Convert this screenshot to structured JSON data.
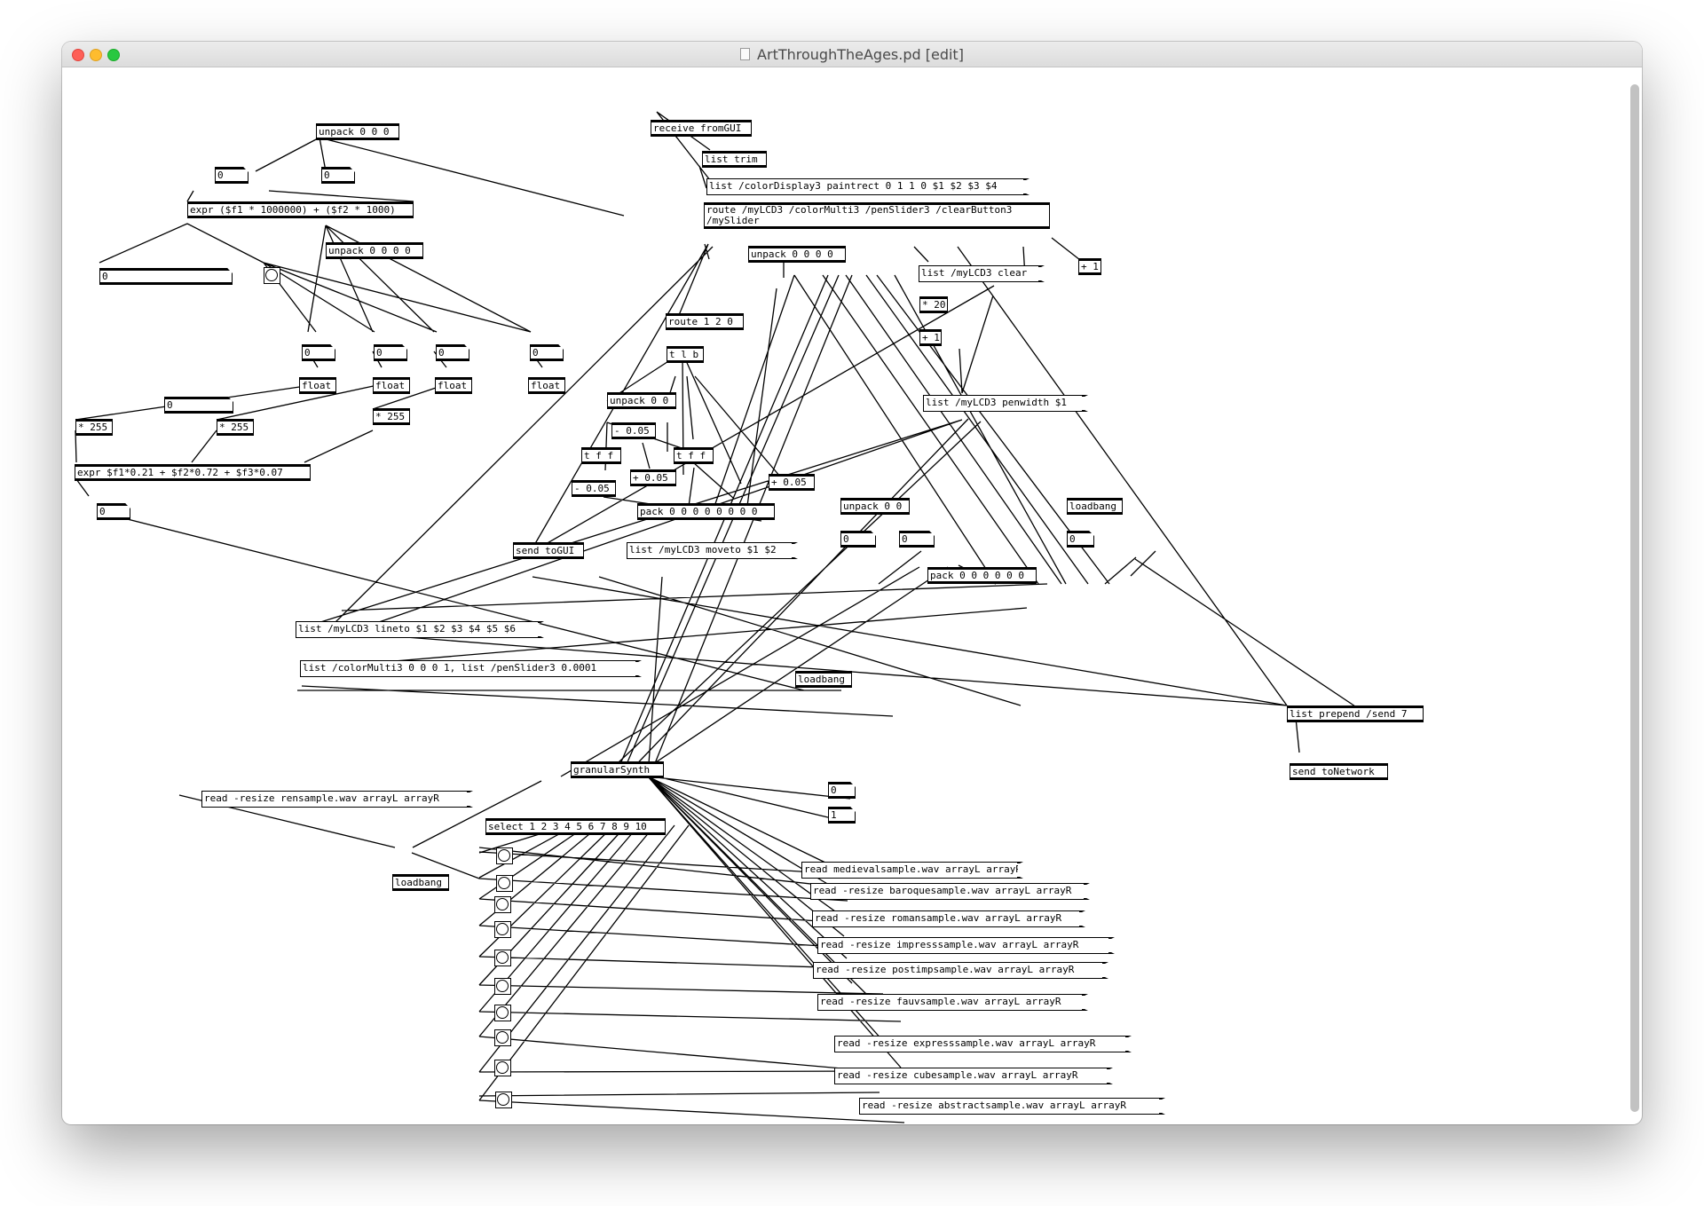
{
  "window": {
    "title": "ArtThroughTheAges.pd [edit]"
  },
  "boxes": {
    "unpack_000": "unpack 0 0 0",
    "atom_a": "0",
    "atom_b": "0",
    "expr_f1": "expr ($f1 * 1000000) + ($f2 * 1000)",
    "atom_wide": "0",
    "unpack_0000_l": "unpack 0 0 0 0",
    "atom_c1": "0",
    "atom_c2": "0",
    "atom_c3": "0",
    "atom_c4": "0",
    "float1": "float",
    "float2": "float",
    "float3": "float",
    "float4": "float",
    "atom_mid": "0",
    "mul255_1": "* 255",
    "mul255_2": "* 255",
    "mul255_3": "* 255",
    "expr_lum": "expr $f1*0.21 + $f2*0.72 + $f3*0.07",
    "atom_lum": "0",
    "receive": "receive fromGUI",
    "list_trim": "list trim",
    "msg_colordisplay": "list /colorDisplay3 paintrect 0 1 1 0 $1 $2 $3 $4",
    "route_main": "route /myLCD3 /colorMulti3 /penSlider3 /clearButton3\n/mySlider",
    "unpack_0000_r": "unpack 0 0 0 0",
    "msg_clear": "list /myLCD3 clear",
    "plus1_a": "+ 1",
    "mul20": "* 20",
    "plus1_b": "+ 1",
    "route_120": "route 1 2 0",
    "tlb": "t l b",
    "unpack_00_a": "unpack 0 0",
    "minus005_a": "- 0.05",
    "tff_a": "t f f",
    "tff_b": "t f f",
    "minus005_b": "- 0.05",
    "plus005_a": "+ 0.05",
    "plus005_b": "+ 0.05",
    "pack_8": "pack 0 0 0 0 0 0 0 0",
    "msg_penwidth": "list /myLCD3 penwidth $1",
    "unpack_00_b": "unpack 0 0",
    "loadbang_1": "loadbang",
    "atom_d1": "0",
    "atom_d2": "0",
    "atom_d3": "0",
    "pack_6": "pack 0 0 0 0 0 0",
    "send_togui": "send toGUI",
    "msg_moveto": "list /myLCD3 moveto $1 $2",
    "msg_lineto": "list /myLCD3 lineto $1 $2 $3 $4 $5 $6",
    "msg_colormulti": "list /colorMulti3 0 0 0 1, list /penSlider3 0.0001",
    "loadbang_2": "loadbang",
    "list_prepend": "list prepend /send 7",
    "send_network": "send toNetwork",
    "granular": "granularSynth",
    "msg_ren": "read -resize rensample.wav arrayL arrayR",
    "atom_e1": "0",
    "atom_e2": "1",
    "select": "select 1 2 3 4 5 6 7 8 9 10",
    "loadbang_3": "loadbang",
    "msg_medieval": "read medievalsample.wav arrayL arrayR",
    "msg_baroque": "read -resize baroquesample.wav arrayL arrayR",
    "msg_roman": "read -resize romansample.wav arrayL arrayR",
    "msg_impress": "read -resize impresssample.wav arrayL arrayR",
    "msg_postimp": "read -resize postimpsample.wav arrayL arrayR",
    "msg_fauv": "read -resize fauvsample.wav arrayL arrayR",
    "msg_express": "read -resize expresssample.wav arrayL arrayR",
    "msg_cube": "read -resize cubesample.wav arrayL arrayR",
    "msg_abstract": "read -resize abstractsample.wav arrayL arrayR"
  }
}
